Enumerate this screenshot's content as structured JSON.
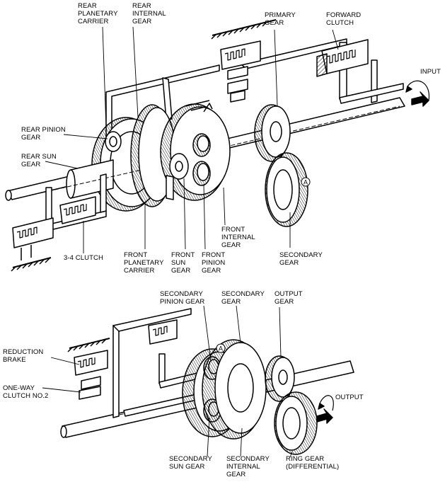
{
  "labels": {
    "rear_planetary_carrier": "REAR\nPLANETARY\nCARRIER",
    "rear_internal_gear": "REAR\nINTERNAL\nGEAR",
    "primary_gear": "PRIMARY\nGEAR",
    "forward_clutch": "FORWARD\nCLUTCH",
    "input": "INPUT",
    "rear_pinion_gear": "REAR PINION\nGEAR",
    "rear_sun_gear": "REAR SUN\nGEAR",
    "front_internal_gear": "FRONT\nINTERNAL\nGEAR",
    "secondary_gear_top": "SECONDARY\nGEAR",
    "clutch_34": "3-4 CLUTCH",
    "front_planetary_carrier": "FRONT\nPLANETARY\nCARRIER",
    "front_sun_gear": "FRONT\nSUN\nGEAR",
    "front_pinion_gear": "FRONT\nPINION\nGEAR",
    "secondary_pinion_gear": "SECONDARY\nPINION GEAR",
    "secondary_gear_bottom": "SECONDARY\nGEAR",
    "output_gear": "OUTPUT\nGEAR",
    "reduction_brake": "REDUCTION\nBRAKE",
    "one_way_clutch": "ONE-WAY\nCLUTCH NO.2",
    "output": "OUTPUT",
    "secondary_sun_gear": "SECONDARY\nSUN GEAR",
    "secondary_internal_gear": "SECONDARY\nINTERNAL\nGEAR",
    "ring_gear": "RING GEAR\n(DIFFERENTIAL)"
  },
  "markers": {
    "a_top": "A",
    "a_bottom": "A"
  }
}
